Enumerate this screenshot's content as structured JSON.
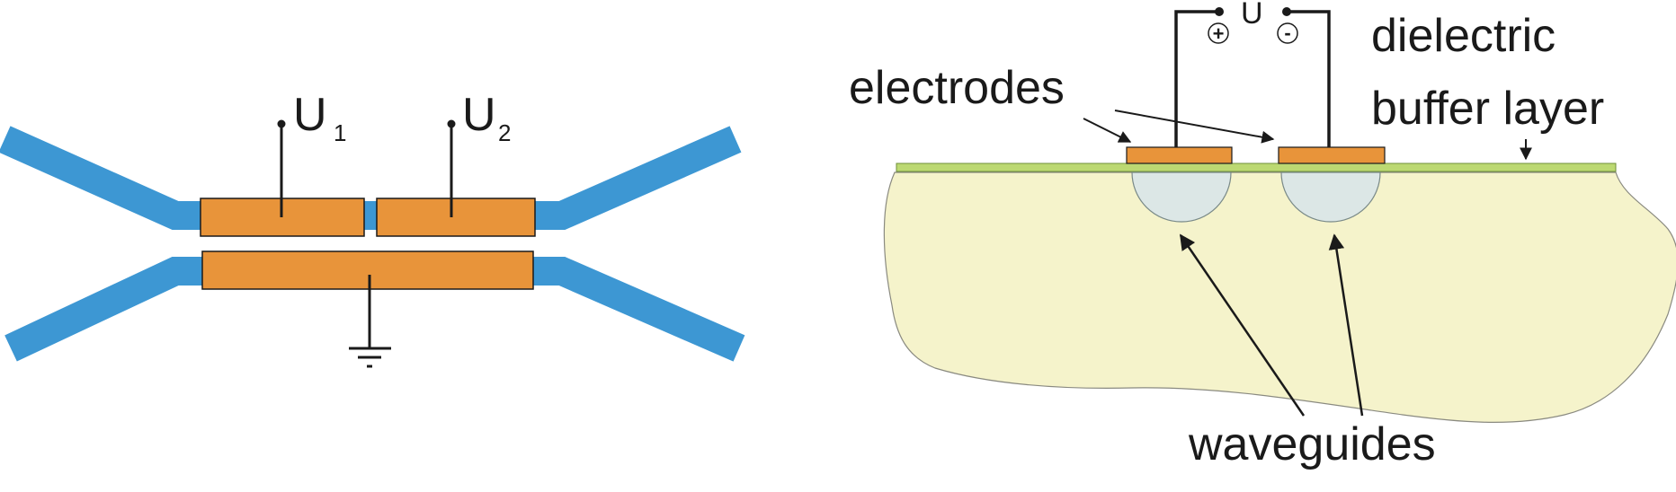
{
  "colors": {
    "waveguide_blue": "#3d97d3",
    "electrode_orange": "#e8943a",
    "substrate_fill": "#f5f3cb",
    "buffer_green": "#bcd972",
    "waveguide_fill": "#dce7e6",
    "line": "#1a1a1a"
  },
  "left_diagram": {
    "u1": {
      "main": "U",
      "sub": "1"
    },
    "u2": {
      "main": "U",
      "sub": "2"
    },
    "ground_icon": "ground-symbol"
  },
  "right_diagram": {
    "voltage_label": "U",
    "plus_symbol": "+",
    "minus_symbol": "-",
    "electrodes_label": "electrodes",
    "dielectric_label_line1": "dielectric",
    "dielectric_label_line2": "buffer layer",
    "waveguides_label": "waveguides"
  }
}
